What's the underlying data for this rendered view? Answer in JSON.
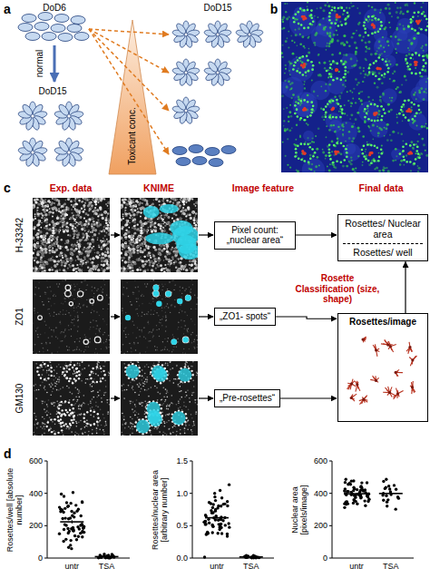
{
  "diagram": {
    "nodes": [
      {
        "text": [
          "Pixel count: „nuclear area“"
        ]
      },
      {
        "text": [
          "Rosettes/ Nuclear area",
          "Rosettes/ well"
        ]
      },
      {
        "text": [
          "„ZO1- spots“"
        ]
      },
      {
        "text": [
          "Rosettes/image"
        ]
      },
      {
        "text": [
          "„Pre-rosettes“"
        ]
      }
    ],
    "edges": [
      {
        "from": 0,
        "to": 1,
        "arrow": "to"
      },
      {
        "from": 2,
        "to": 3,
        "arrow": "to"
      },
      {
        "from": 4,
        "to": 3,
        "arrow": "to"
      },
      {
        "from": 3,
        "to": 1,
        "arrow": "to"
      }
    ],
    "labels": [
      "a",
      "DoD6",
      "normal",
      "DoD15",
      "Toxicant conc.",
      "DoD15",
      "b",
      "c",
      "Exp. data",
      "KNIME",
      "Image feature",
      "Final data",
      "H-33342",
      "ZO1",
      "GM130",
      "Rosette Classification (size, shape)",
      "d",
      "Rosettes/well [absolute number]",
      "600",
      "400",
      "200",
      "0",
      "untr",
      "TSA",
      "Rosettes/nuclear area [arbitrary number]",
      "1.5",
      "1.0",
      "0.5",
      "0.0",
      "untr",
      "TSA",
      "Nuclear area [pixels/image]",
      "600",
      "400",
      "200",
      "0",
      "untr",
      "TSA"
    ]
  }
}
